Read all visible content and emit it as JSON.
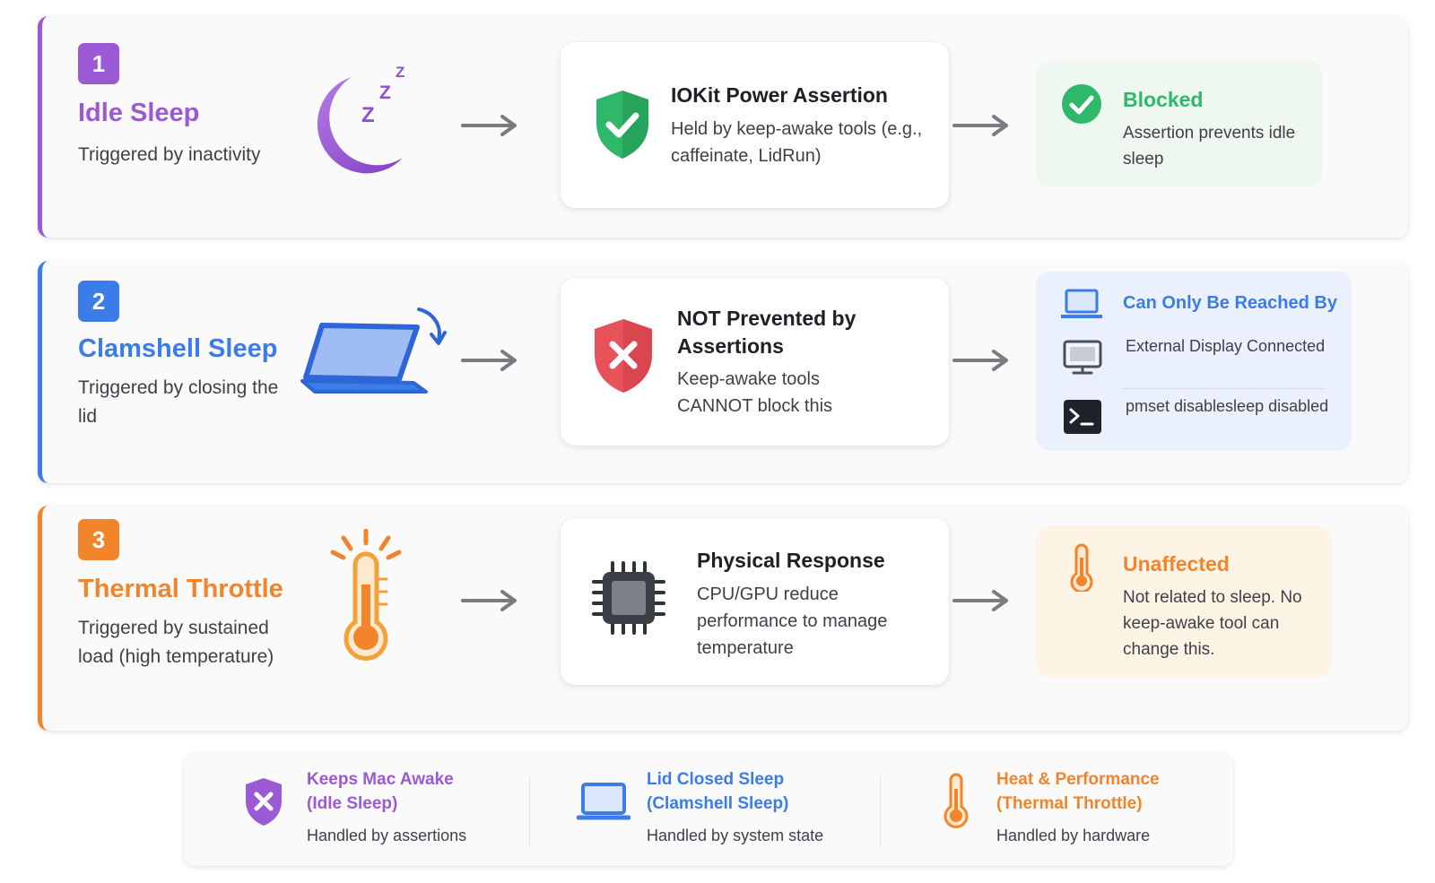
{
  "rows": [
    {
      "number": "1",
      "title": "Idle Sleep",
      "subtitle": "Triggered by inactivity",
      "mid_title": "IOKit Power Assertion",
      "mid_text": "Held by keep-awake tools (e.g., caffeinate, LidRun)",
      "result_title": "Blocked",
      "result_text": "Assertion prevents idle sleep",
      "accent": "#9b59d6"
    },
    {
      "number": "2",
      "title": "Clamshell Sleep",
      "subtitle": "Triggered by closing the lid",
      "mid_title": "NOT Prevented by Assertions",
      "mid_text": "Keep-awake tools CANNOT block this",
      "result_title": "Can Only Be Reached By",
      "result_items": [
        "External Display Connected",
        "pmset disablesleep disabled"
      ],
      "accent": "#3b7ce8"
    },
    {
      "number": "3",
      "title": "Thermal Throttle",
      "subtitle": "Triggered by sustained load (high temperature)",
      "mid_title": "Physical Response",
      "mid_text": "CPU/GPU reduce performance to manage temperature",
      "result_title": "Unaffected",
      "result_text": "Not related to sleep. No keep-awake tool can change this.",
      "accent": "#f2842b"
    }
  ],
  "legend": [
    {
      "title": "Keeps Mac Awake (Idle Sleep)",
      "text": "Handled by assertions",
      "icon": "shield-x-icon",
      "color": "#9b59d6"
    },
    {
      "title": "Lid Closed Sleep (Clamshell Sleep)",
      "text": "Handled by system state",
      "icon": "laptop-icon",
      "color": "#3b7ce8"
    },
    {
      "title": "Heat & Performance (Thermal Throttle)",
      "text": "Handled by hardware",
      "icon": "thermometer-icon",
      "color": "#f2842b"
    }
  ],
  "colors": {
    "green": "#2fb86a",
    "red": "#e8525a",
    "green_bg": "#eef8f0",
    "blue_bg": "#eaf1fc",
    "orange_bg": "#fdf4e6"
  }
}
